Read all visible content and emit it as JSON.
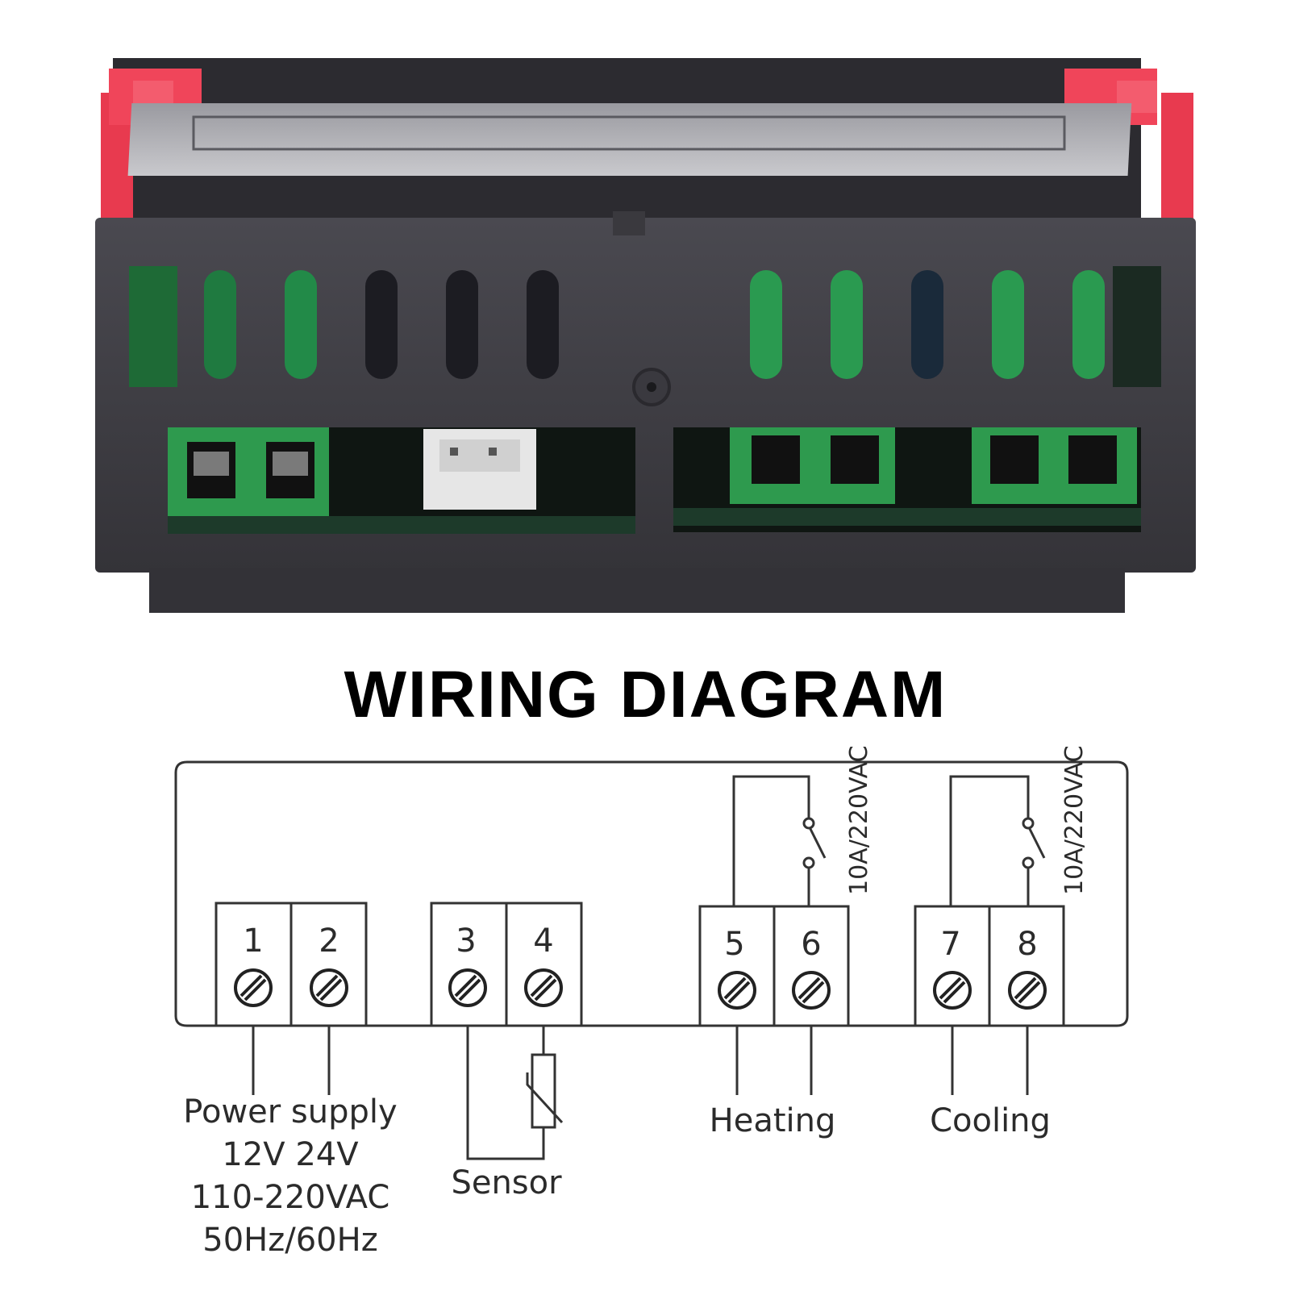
{
  "title": "WIRING DIAGRAM",
  "colors": {
    "housing": "#3c3b40",
    "clips": "#f0455a",
    "terminal_green": "#2e9a4e",
    "line": "#333333"
  },
  "terminals": [
    "1",
    "2",
    "3",
    "4",
    "5",
    "6",
    "7",
    "8"
  ],
  "relay_rating": "10A/220VAC",
  "groups": {
    "power": {
      "lines": [
        "Power supply",
        "12V 24V",
        "110-220VAC",
        "50Hz/60Hz"
      ]
    },
    "sensor": {
      "label": "Sensor"
    },
    "heating": {
      "label": "Heating"
    },
    "cooling": {
      "label": "Cooling"
    }
  }
}
